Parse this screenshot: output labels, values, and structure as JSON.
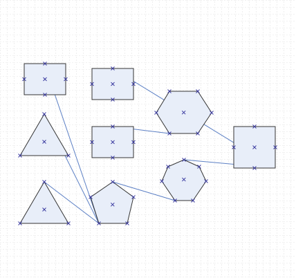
{
  "colors": {
    "background": "#ffffff",
    "grid": "#c8c8c8",
    "shape_fill": "#e8eef9",
    "shape_stroke": "#333333",
    "connector": "#5b7fc4",
    "marker": "#3a3aa0"
  },
  "diagram": {
    "type": "shapes-with-connectors",
    "shapes": [
      {
        "id": "rect-1",
        "kind": "rectangle"
      },
      {
        "id": "rect-2",
        "kind": "rectangle"
      },
      {
        "id": "rect-3",
        "kind": "rectangle"
      },
      {
        "id": "square-1",
        "kind": "square"
      },
      {
        "id": "triangle-1",
        "kind": "triangle"
      },
      {
        "id": "triangle-2",
        "kind": "triangle"
      },
      {
        "id": "pentagon-1",
        "kind": "pentagon"
      },
      {
        "id": "hexagon-1",
        "kind": "hexagon"
      },
      {
        "id": "heptagon-1",
        "kind": "heptagon"
      }
    ],
    "connectors": [
      {
        "from": "rect-1",
        "to": "pentagon-1"
      },
      {
        "from": "triangle-1",
        "to": "pentagon-1"
      },
      {
        "from": "triangle-2",
        "to": "pentagon-1"
      },
      {
        "from": "pentagon-1",
        "to": "heptagon-1"
      },
      {
        "from": "rect-2",
        "to": "square-1"
      },
      {
        "from": "rect-3",
        "to": "hexagon-1"
      },
      {
        "from": "heptagon-1",
        "to": "square-1"
      }
    ]
  }
}
